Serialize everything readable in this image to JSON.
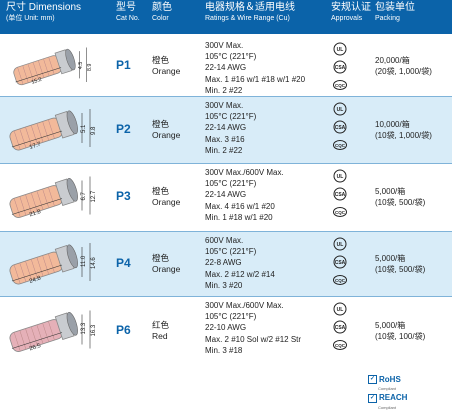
{
  "header": {
    "dimensions_cn": "尺寸 Dimensions",
    "dimensions_en": "(单位 Unit: mm)",
    "cat_cn": "型号",
    "cat_en": "Cat No.",
    "color_cn": "颜色",
    "color_en": "Color",
    "ratings_cn": "电器规格＆适用电线",
    "ratings_en": "Ratings & Wire Range (Cu)",
    "approvals_cn": "安规认证",
    "approvals_en": "Approvals",
    "packing_cn": "包装单位",
    "packing_en": "Packing"
  },
  "rows": [
    {
      "cat": "P1",
      "color_cn": "橙色",
      "color_en": "Orange",
      "ratings": [
        "300V Max.",
        "105°C (221°F)",
        "22-14 AWG",
        "Max. 1 #16 w/1 #18 w/1 #20",
        "Min. 2 #22"
      ],
      "packing": [
        "20,000/箱",
        "(20袋, 1,000/袋)"
      ],
      "dims": [
        "15.2",
        "4.5",
        "8.9"
      ],
      "body_color": "#f2b99a"
    },
    {
      "cat": "P2",
      "color_cn": "橙色",
      "color_en": "Orange",
      "ratings": [
        "300V Max.",
        "105°C (221°F)",
        "22-14 AWG",
        "Max. 3 #16",
        "Min. 2 #22"
      ],
      "packing": [
        "10,000/箱",
        "(10袋, 1,000/袋)"
      ],
      "dims": [
        "17.7",
        "5.1",
        "9.8"
      ],
      "body_color": "#f2b99a"
    },
    {
      "cat": "P3",
      "color_cn": "橙色",
      "color_en": "Orange",
      "ratings": [
        "300V Max./600V Max.",
        "105°C (221°F)",
        "22-14 AWG",
        "Max. 4 #16 w/1 #20",
        "Min. 1 #18 w/1 #20"
      ],
      "packing": [
        "5,000/箱",
        "(10袋, 500/袋)"
      ],
      "dims": [
        "21.8",
        "6.7",
        "12.7"
      ],
      "body_color": "#f2b99a"
    },
    {
      "cat": "P4",
      "color_cn": "橙色",
      "color_en": "Orange",
      "ratings": [
        "600V Max.",
        "105°C (221°F)",
        "22-8 AWG",
        "Max. 2 #12 w/2 #14",
        "Min. 3 #20"
      ],
      "packing": [
        "5,000/箱",
        "(10袋, 500/袋)"
      ],
      "dims": [
        "24.8",
        "11.0",
        "14.6"
      ],
      "body_color": "#f2b99a"
    },
    {
      "cat": "P6",
      "color_cn": "红色",
      "color_en": "Red",
      "ratings": [
        "300V Max./600V Max.",
        "105°C (221°F)",
        "22-10 AWG",
        "Max. 2 #10 Sol w/2 #12 Str",
        "Min. 3 #18"
      ],
      "packing": [
        "5,000/箱",
        "(10袋, 100/袋)"
      ],
      "dims": [
        "26.5",
        "13.3",
        "16.3"
      ],
      "body_color": "#e5b0b8"
    }
  ],
  "approvals": [
    "UL",
    "CSA",
    "CQC"
  ],
  "compliance": {
    "rohs": "RoHS",
    "rohs_sub": "Compliant",
    "reach": "REACH",
    "reach_sub": "Compliant"
  }
}
